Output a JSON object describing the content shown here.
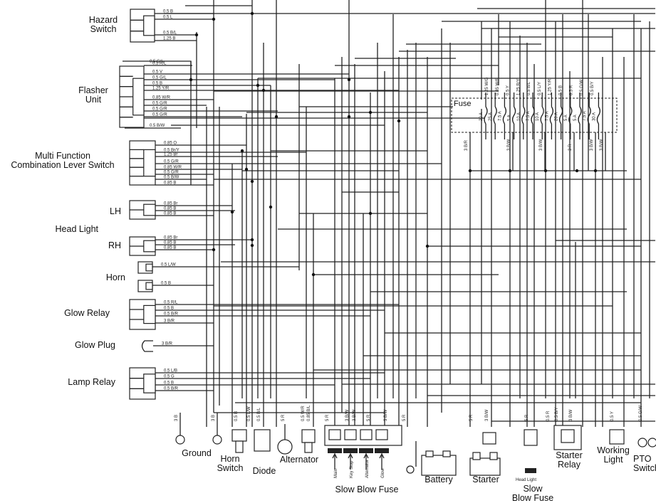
{
  "components_left": {
    "hazard_switch": "Hazard\nSwitch",
    "flasher_unit": "Flasher\nUnit",
    "multi_function": "Multi Function\nCombination Lever Switch",
    "lh": "LH",
    "head_light": "Head Light",
    "rh": "RH",
    "horn": "Horn",
    "glow_relay": "Glow Relay",
    "glow_plug": "Glow Plug",
    "lamp_relay": "Lamp Relay"
  },
  "components_bottom": {
    "ground": "Ground",
    "horn_switch": "Horn\nSwitch",
    "diode": "Diode",
    "alternator": "Alternator",
    "slow_blow_fuse": "Slow Blow Fuse",
    "battery": "Battery",
    "starter": "Starter",
    "slow_blow_fuse_2": "Slow\nBlow Fuse",
    "head_light_small": "Head Light",
    "starter_relay": "Starter\nRelay",
    "working_light": "Working\nLight",
    "pto_switch": "PTO\nSwitch"
  },
  "fuse_block": {
    "label": "Fuse",
    "ratings": [
      "20 A",
      "25 A",
      "7.5 A",
      "5 A",
      "10 A",
      "7.5 A",
      "10 A",
      "7.5 A",
      "20 A",
      "5 A",
      "5 A",
      "7.5 A",
      "30 A"
    ],
    "top_wires": [
      "1.25 W/G",
      "0.85 W/R",
      "0.5 Y",
      "1.25 R/Y",
      "0.5 B/L",
      "0.5 L/Y",
      "1.25 Y/R",
      "0.5 B",
      "0.5 R",
      "0.5 G/W",
      "0.5 B/Y"
    ],
    "bottom_wires": [
      "3 B/R",
      "3 B/W",
      "3 B/W",
      "3 R",
      "3 B/W",
      "3 B/W"
    ]
  },
  "slow_blow_fuse_taps": [
    "Main",
    "Key Stop",
    "Alternator",
    "Glow"
  ],
  "wire_labels": {
    "hazard": [
      "0.5 B",
      "0.5 L",
      "0.5 B/L",
      "1.25 B"
    ],
    "flasher": [
      "0.5 G/L",
      "0.5 R/L",
      "0.5 V",
      "0.5 G/L",
      "0.5 B",
      "1.25 Y/R",
      "0.85 W/R",
      "0.5 G/R",
      "0.5 G/R",
      "0.5 G/R",
      "0.5 B/W"
    ],
    "multi": [
      "0.85 O",
      "0.5 Br/Y",
      "1.25 Br",
      "0.5 G/R",
      "0.85 W/R",
      "0.5 G/R",
      "0.5 B/W",
      "0.85 B"
    ],
    "lh": [
      "0.85 Br",
      "0.85 B",
      "0.85 B"
    ],
    "rh": [
      "0.85 Br",
      "0.85 B",
      "0.85 B"
    ],
    "horn": [
      "0.5 L/W",
      "0.5 B"
    ],
    "glow_relay": [
      "0.5 R/L",
      "0.5 B",
      "0.5 B/R",
      "3 B/R"
    ],
    "glow_plug": [
      "3 B/R"
    ],
    "lamp_relay": [
      "0.5 L/B",
      "0.5 G",
      "0.5 B",
      "0.5 B/R"
    ],
    "bottom": [
      "3 B",
      "3 B",
      "0.5 B",
      "0.5 L/W",
      "0.5 B/L",
      "5 R",
      "0.5 W/R",
      "0.85 B/L",
      "5 R",
      "3 B/W",
      "3 B/W",
      "5 R",
      "3 B/W",
      "5 R",
      "5 R",
      "3 B/W",
      "5 R",
      "0.5 R",
      "0.5 B/Y",
      "3 B/W",
      "0.5 Y",
      "0.5 G/W"
    ]
  }
}
